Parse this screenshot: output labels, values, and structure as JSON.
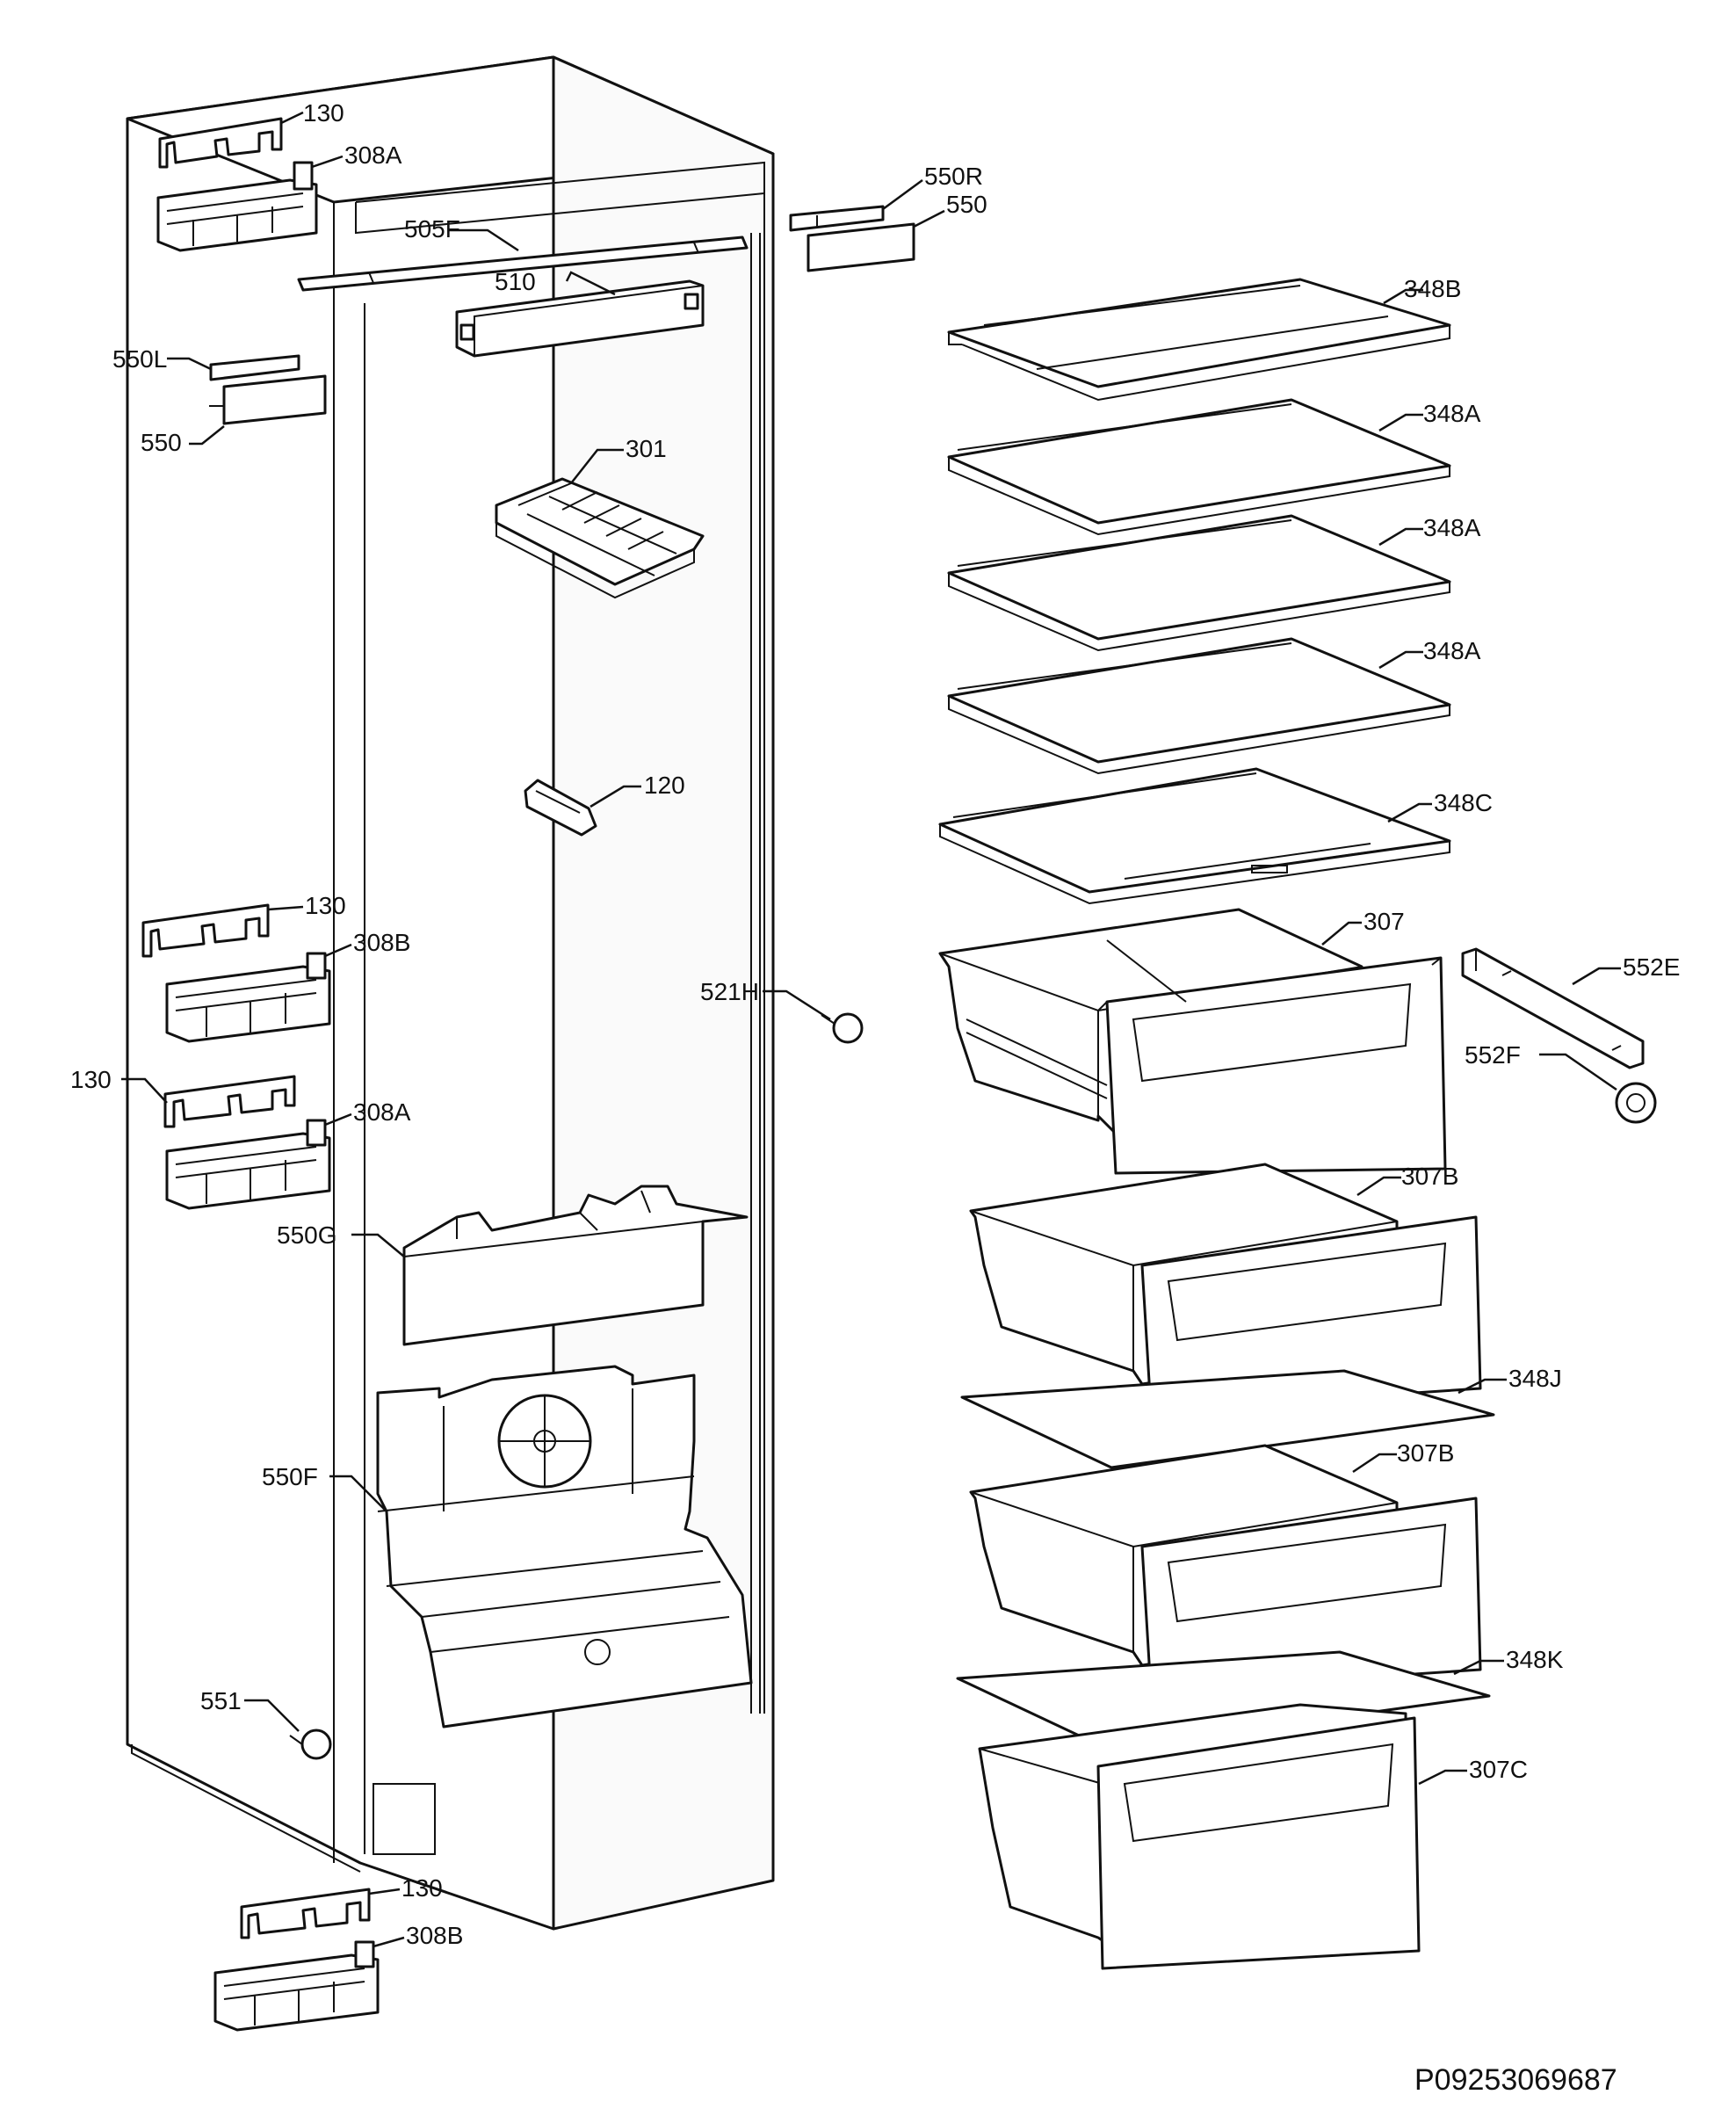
{
  "diagram": {
    "reference_code": "P09253069687",
    "labels": {
      "l130a": "130",
      "l308a1": "308A",
      "l505f": "505F",
      "l510": "510",
      "l550r": "550R",
      "l550a": "550",
      "l550l": "550L",
      "l550b": "550",
      "l301": "301",
      "l120": "120",
      "l130b": "130",
      "l308b1": "308B",
      "l130c": "130",
      "l308a2": "308A",
      "l550g": "550G",
      "l550f": "550F",
      "l551": "551",
      "l130d": "130",
      "l308b2": "308B",
      "l521h": "521H",
      "l348b": "348B",
      "l348a1": "348A",
      "l348a2": "348A",
      "l348a3": "348A",
      "l348c": "348C",
      "l307": "307",
      "l552e": "552E",
      "l552f": "552F",
      "l307b1": "307B",
      "l348j": "348J",
      "l307b2": "307B",
      "l348k": "348K",
      "l307c": "307C"
    }
  }
}
